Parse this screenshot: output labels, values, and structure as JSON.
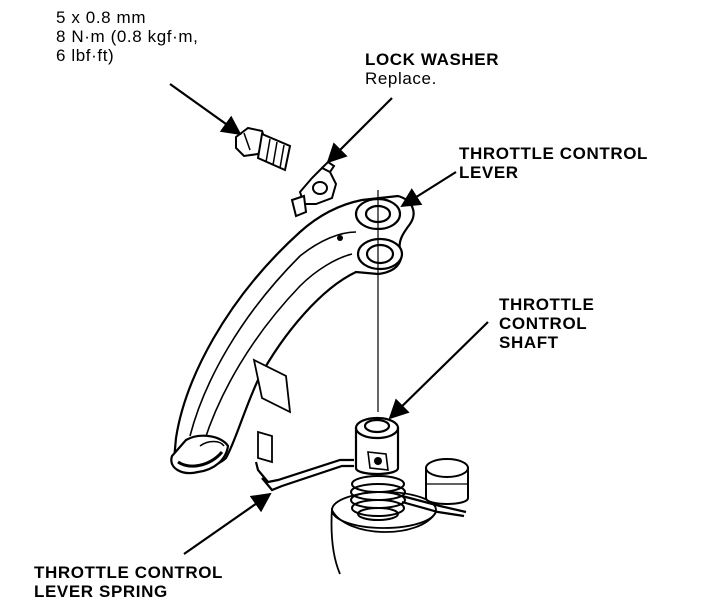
{
  "labels": {
    "bolt_spec": {
      "line1": "5 x 0.8 mm",
      "line2": "8 N·m (0.8 kgf·m,",
      "line3": "6 lbf·ft)"
    },
    "lock_washer": {
      "name": "LOCK WASHER",
      "note": "Replace."
    },
    "throttle_control_lever": {
      "line1": "THROTTLE CONTROL",
      "line2": "LEVER"
    },
    "throttle_control_shaft": {
      "line1": "THROTTLE",
      "line2": "CONTROL",
      "line3": "SHAFT"
    },
    "throttle_control_lever_spring": {
      "line1": "THROTTLE CONTROL",
      "line2": "LEVER SPRING"
    }
  },
  "colors": {
    "ink": "#000000",
    "paper": "#ffffff"
  }
}
